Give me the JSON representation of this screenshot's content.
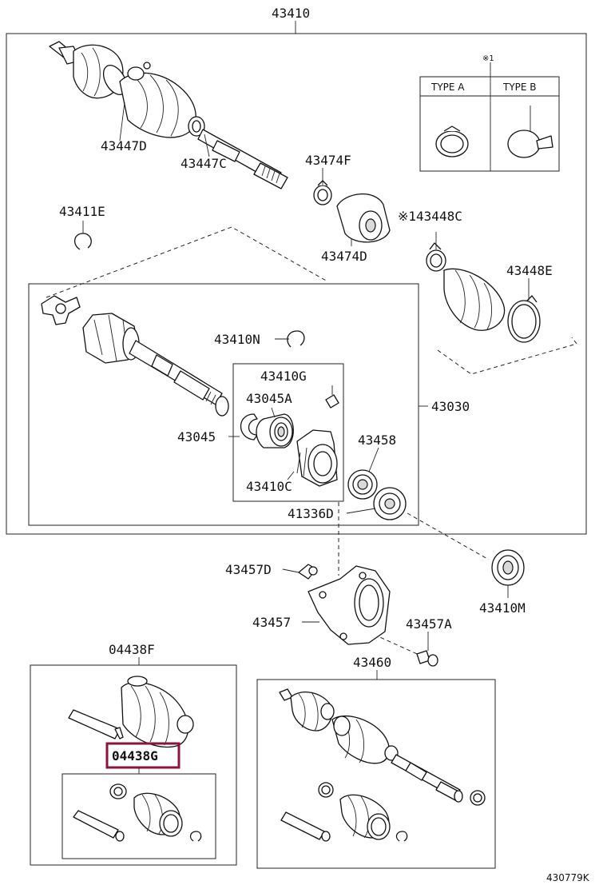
{
  "diagram": {
    "code": "430779K",
    "note_mark": "※1",
    "type_a": "TYPE A",
    "type_b": "TYPE B",
    "highlight_color": "#8b1538",
    "labels": {
      "p43410": "43410",
      "p43447D": "43447D",
      "p43447C": "43447C",
      "p43474F": "43474F",
      "p43474D": "43474D",
      "p43411E": "43411E",
      "p43448C": "※143448C",
      "p43448E": "43448E",
      "p43410N": "43410N",
      "p43410G": "43410G",
      "p43045A": "43045A",
      "p43045": "43045",
      "p43030": "43030",
      "p43458": "43458",
      "p43410C": "43410C",
      "p41336D": "41336D",
      "p43457D": "43457D",
      "p43410M": "43410M",
      "p43457": "43457",
      "p43457A": "43457A",
      "p04438F": "04438F",
      "p43460": "43460",
      "p04438G": "04438G"
    }
  }
}
